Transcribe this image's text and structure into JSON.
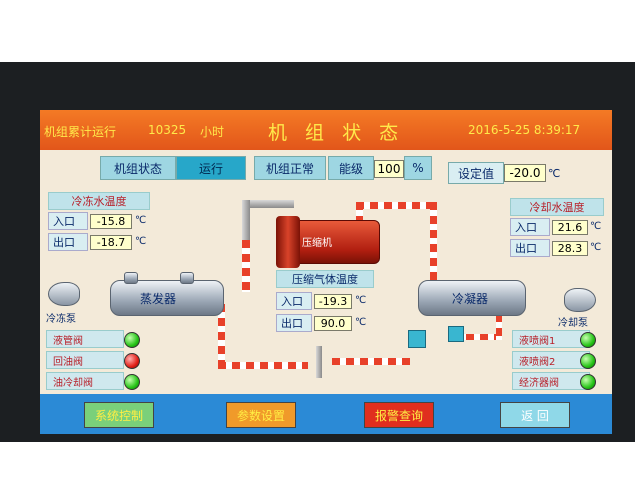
{
  "header": {
    "runtime_label": "机组累计运行",
    "runtime_value": "10325",
    "runtime_unit": "小时",
    "title": "机 组 状 态",
    "datetime": "2016-5-25 8:39:17"
  },
  "status_bar": {
    "state_label": "机组状态",
    "state_value": "运行",
    "normal_label": "机组正常",
    "level_label": "能级",
    "level_value": "100",
    "level_unit": "%",
    "setpoint_label": "设定值",
    "setpoint_value": "-20.0",
    "setpoint_unit": "℃"
  },
  "chilled_water": {
    "title": "冷冻水温度",
    "inlet_label": "入口",
    "inlet_value": "-15.8",
    "outlet_label": "出口",
    "outlet_value": "-18.7",
    "unit": "℃"
  },
  "cooling_water": {
    "title": "冷却水温度",
    "inlet_label": "入口",
    "inlet_value": "21.6",
    "outlet_label": "出口",
    "outlet_value": "28.3",
    "unit": "℃"
  },
  "compressed_gas": {
    "title": "压缩气体温度",
    "inlet_label": "入口",
    "inlet_value": "-19.3",
    "outlet_label": "出口",
    "outlet_value": "90.0",
    "unit": "℃"
  },
  "components": {
    "evaporator": "蒸发器",
    "condenser": "冷凝器",
    "compressor": "压缩机",
    "chilled_pump": "冷冻泵",
    "cooling_pump": "冷却泵"
  },
  "valves_left": [
    {
      "label": "液管阀",
      "state": "green"
    },
    {
      "label": "回油阀",
      "state": "red"
    },
    {
      "label": "油冷却阀",
      "state": "green"
    }
  ],
  "valves_right": [
    {
      "label": "液喷阀1",
      "state": "green"
    },
    {
      "label": "液喷阀2",
      "state": "green"
    },
    {
      "label": "经济器阀",
      "state": "green"
    }
  ],
  "footer": {
    "system_control": "系统控制",
    "param_settings": "参数设置",
    "alarm_query": "报警查询",
    "back": "返 回"
  },
  "colors": {
    "header": "#e8641e",
    "header_text": "#ffe94a",
    "footer": "#2b8ad6",
    "btn_green": "#7ad07a",
    "btn_orange": "#f09a2a",
    "btn_red": "#e02e1e",
    "btn_cyan": "#8fd8e8"
  }
}
